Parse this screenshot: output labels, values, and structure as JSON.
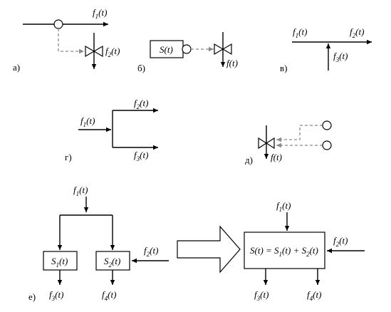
{
  "captions": {
    "a": "а)",
    "b": "б)",
    "v": "в)",
    "g": "г)",
    "d": "д)",
    "e": "е)"
  },
  "labels": {
    "f": "f",
    "S": "S",
    "t_paren": "(t)",
    "sub1": "1",
    "sub2": "2",
    "sub3": "3",
    "sub4": "4",
    "eq_main": "S(t) = S",
    "eq_mid": "(t) + S",
    "eq_end": "(t)"
  },
  "colors": {
    "line": "#000000",
    "dashed": "#8a8a8a",
    "background": "#ffffff"
  },
  "icons": [
    "circle-sensor-icon",
    "valve-icon",
    "arrow-icon",
    "big-hollow-arrow-icon"
  ]
}
